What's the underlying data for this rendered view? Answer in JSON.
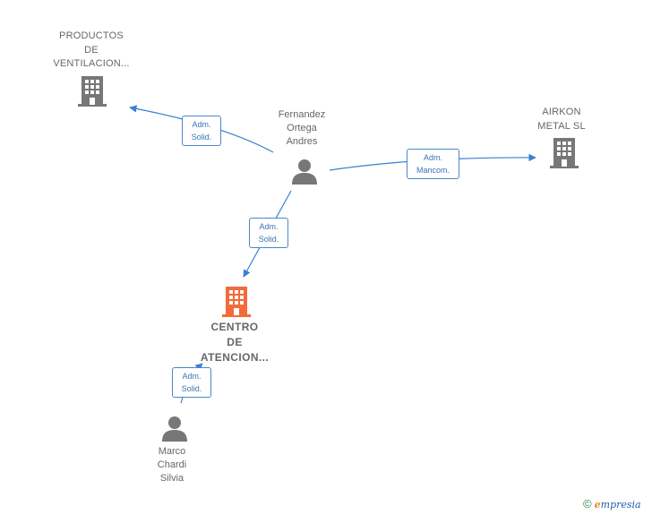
{
  "nodes": {
    "company_productos": {
      "lines": [
        "PRODUCTOS",
        "DE",
        "VENTILACION..."
      ],
      "icon": "building-icon",
      "color": "#777777"
    },
    "company_airkon": {
      "lines": [
        "AIRKON",
        "METAL  SL"
      ],
      "icon": "building-icon",
      "color": "#777777"
    },
    "company_centro": {
      "lines": [
        "CENTRO",
        "DE",
        "ATENCION..."
      ],
      "icon": "building-icon",
      "color": "#f26b3a"
    },
    "person_fernandez": {
      "lines": [
        "Fernandez",
        "Ortega",
        "Andres"
      ],
      "icon": "person-icon",
      "color": "#777777"
    },
    "person_marco": {
      "lines": [
        "Marco",
        "Chardi",
        "Silvia"
      ],
      "icon": "person-icon",
      "color": "#777777"
    }
  },
  "edges": {
    "fernandez_productos": {
      "lines": [
        "Adm.",
        "Solid."
      ]
    },
    "fernandez_airkon": {
      "lines": [
        "Adm.",
        "Mancom."
      ]
    },
    "fernandez_centro": {
      "lines": [
        "Adm.",
        "Solid."
      ]
    },
    "marco_centro": {
      "lines": [
        "Adm.",
        "Solid."
      ]
    }
  },
  "colors": {
    "edge": "#3a7fd0",
    "badge_text": "#3a73b5"
  },
  "footer": {
    "copyright": "©",
    "brand_e": "e",
    "brand_rest": "mpresia"
  }
}
